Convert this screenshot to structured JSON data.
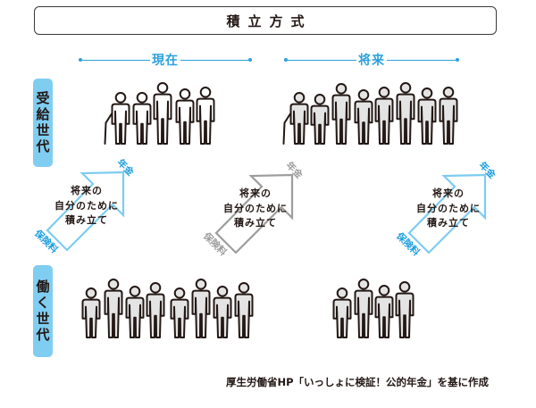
{
  "title": "積立方式",
  "periods": {
    "current": "現在",
    "future": "将来"
  },
  "side_labels": {
    "recipients": "受給世代",
    "workers": "働く世代"
  },
  "arrows": [
    {
      "lines": [
        "将来の",
        "自分のために",
        "積み立て"
      ],
      "in_label": "保険料",
      "out_label": "年金",
      "color": "#7dccf0",
      "label_color": "#1e9fe0"
    },
    {
      "lines": [
        "将来の",
        "自分のために",
        "積み立て"
      ],
      "in_label": "保険料",
      "out_label": "年金",
      "color": "#9d9d9d",
      "label_color": "#9d9d9d"
    },
    {
      "lines": [
        "将来の",
        "自分のために",
        "積み立て"
      ],
      "in_label": "保険料",
      "out_label": "年金",
      "color": "#7dccf0",
      "label_color": "#1e9fe0"
    }
  ],
  "caption": "厚生労働省HP「いっしょに検証！公的年金」を基に作成",
  "colors": {
    "accent": "#2aa1de",
    "side_bg": "#80cdf2",
    "figure_fill_gray": "#e4e4e4",
    "outline": "#231815"
  }
}
